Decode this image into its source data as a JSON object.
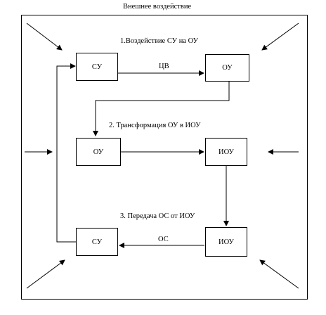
{
  "title": "Внешнее воздействие",
  "stages": [
    {
      "label": "1.Воздействие СУ на ОУ"
    },
    {
      "label": "2. Трансформация ОУ в ИОУ"
    },
    {
      "label": "3. Передача ОС от ИОУ"
    }
  ],
  "boxes": {
    "su_top": "СУ",
    "ou_top": "ОУ",
    "ou_mid": "ОУ",
    "iou_mid": "ИОУ",
    "iou_bot": "ИОУ",
    "su_bot": "СУ"
  },
  "edge_labels": {
    "tsv": "ЦВ",
    "os": "ОС"
  },
  "colors": {
    "line": "#000000",
    "background": "#ffffff"
  }
}
